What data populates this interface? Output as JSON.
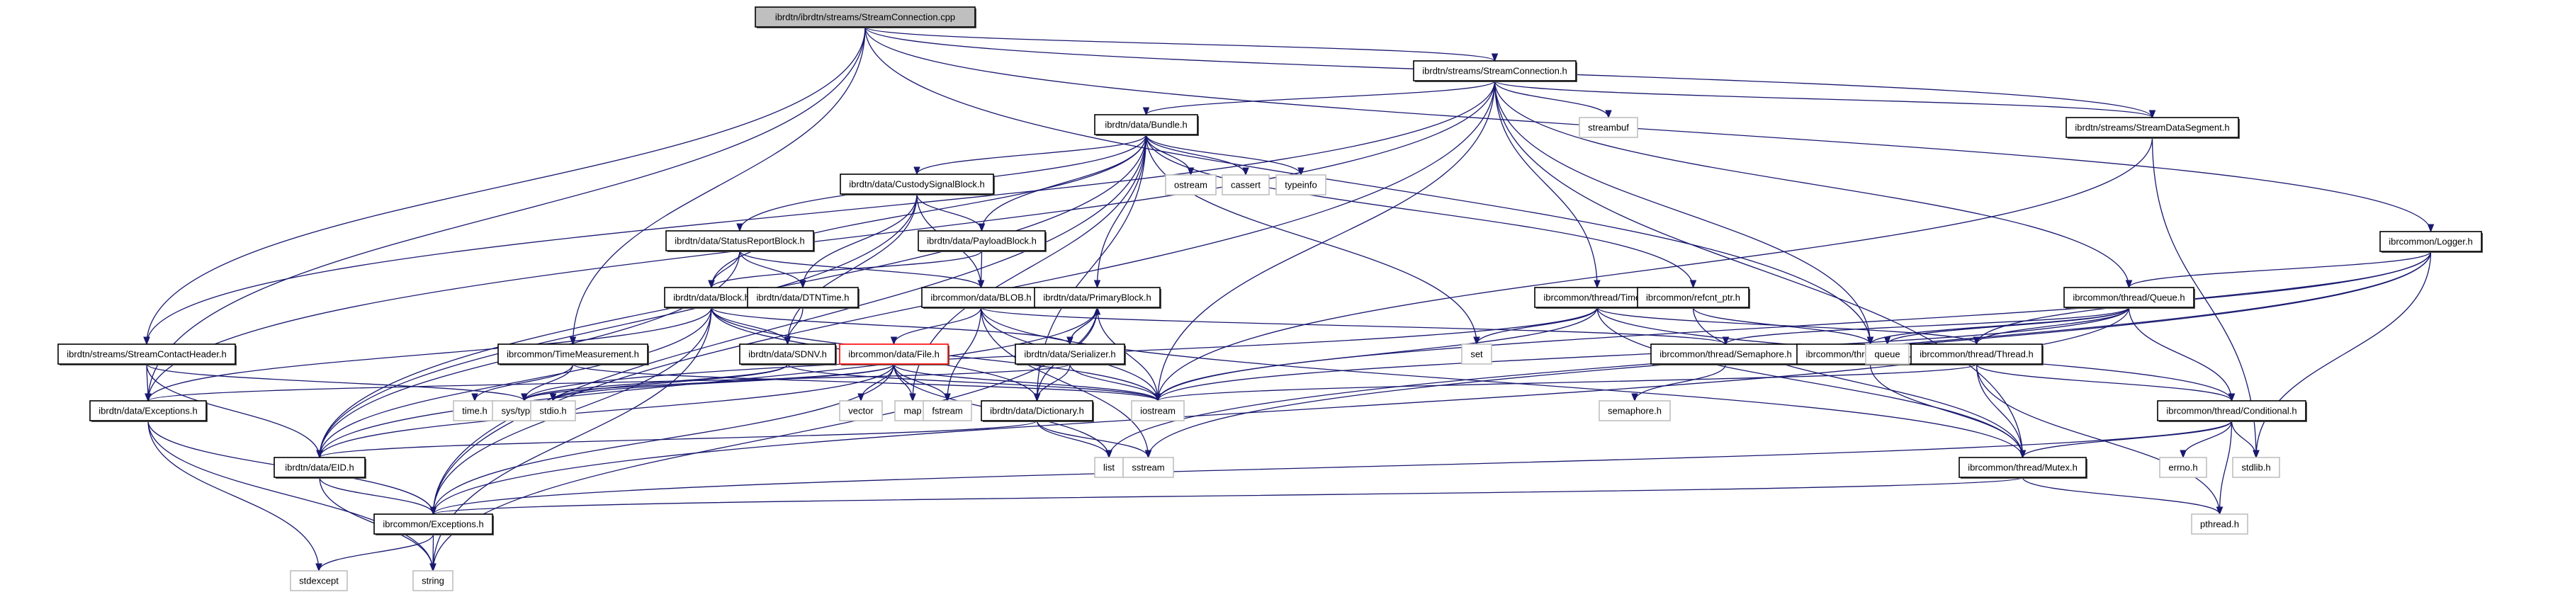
{
  "title": "ibrdtn/ibrdtn/streams/StreamConnection.cpp",
  "colors": {
    "edge": "#191970",
    "root_fill": "#bfbfbf",
    "local_border": "#000000",
    "system_border": "#bfbfbf",
    "highlight_border": "#ff0000"
  },
  "nodes": [
    {
      "id": "cpp",
      "label": "ibrdtn/ibrdtn/streams/StreamConnection.cpp",
      "kind": "root"
    },
    {
      "id": "sc",
      "label": "ibrdtn/streams/StreamConnection.h",
      "kind": "local"
    },
    {
      "id": "bundle",
      "label": "ibrdtn/data/Bundle.h",
      "kind": "local"
    },
    {
      "id": "streambuf",
      "label": "streambuf",
      "kind": "system"
    },
    {
      "id": "sds",
      "label": "ibrdtn/streams/StreamDataSegment.h",
      "kind": "local"
    },
    {
      "id": "logger",
      "label": "ibrcommon/Logger.h",
      "kind": "local"
    },
    {
      "id": "ostream",
      "label": "ostream",
      "kind": "system"
    },
    {
      "id": "cassert",
      "label": "cassert",
      "kind": "system"
    },
    {
      "id": "typeinfo",
      "label": "typeinfo",
      "kind": "system"
    },
    {
      "id": "csb",
      "label": "ibrdtn/data/CustodySignalBlock.h",
      "kind": "local"
    },
    {
      "id": "payload",
      "label": "ibrdtn/data/PayloadBlock.h",
      "kind": "local"
    },
    {
      "id": "srb",
      "label": "ibrdtn/data/StatusReportBlock.h",
      "kind": "local"
    },
    {
      "id": "block",
      "label": "ibrdtn/data/Block.h",
      "kind": "local"
    },
    {
      "id": "dtntime",
      "label": "ibrdtn/data/DTNTime.h",
      "kind": "local"
    },
    {
      "id": "blob",
      "label": "ibrcommon/data/BLOB.h",
      "kind": "local"
    },
    {
      "id": "primary",
      "label": "ibrdtn/data/PrimaryBlock.h",
      "kind": "local"
    },
    {
      "id": "timer",
      "label": "ibrcommon/thread/Timer.h",
      "kind": "local"
    },
    {
      "id": "refcnt",
      "label": "ibrcommon/refcnt_ptr.h",
      "kind": "local"
    },
    {
      "id": "queue_h",
      "label": "ibrcommon/thread/Queue.h",
      "kind": "local"
    },
    {
      "id": "sch",
      "label": "ibrdtn/streams/StreamContactHeader.h",
      "kind": "local"
    },
    {
      "id": "timemeas",
      "label": "ibrcommon/TimeMeasurement.h",
      "kind": "local"
    },
    {
      "id": "sdnv",
      "label": "ibrdtn/data/SDNV.h",
      "kind": "local"
    },
    {
      "id": "file",
      "label": "ibrcommon/data/File.h",
      "kind": "highlight"
    },
    {
      "id": "serializer",
      "label": "ibrdtn/data/Serializer.h",
      "kind": "local"
    },
    {
      "id": "set",
      "label": "set",
      "kind": "system"
    },
    {
      "id": "semaphore_h",
      "label": "ibrcommon/thread/Semaphore.h",
      "kind": "local"
    },
    {
      "id": "mutexlock",
      "label": "ibrcommon/thread/MutexLock.h",
      "kind": "local"
    },
    {
      "id": "queue",
      "label": "queue",
      "kind": "system"
    },
    {
      "id": "thread",
      "label": "ibrcommon/thread/Thread.h",
      "kind": "local"
    },
    {
      "id": "dexc",
      "label": "ibrdtn/data/Exceptions.h",
      "kind": "local"
    },
    {
      "id": "time_h",
      "label": "time.h",
      "kind": "system"
    },
    {
      "id": "systypes",
      "label": "sys/types.h",
      "kind": "system"
    },
    {
      "id": "stdio",
      "label": "stdio.h",
      "kind": "system"
    },
    {
      "id": "vector",
      "label": "vector",
      "kind": "system"
    },
    {
      "id": "map",
      "label": "map",
      "kind": "system"
    },
    {
      "id": "fstream",
      "label": "fstream",
      "kind": "system"
    },
    {
      "id": "dict",
      "label": "ibrdtn/data/Dictionary.h",
      "kind": "local"
    },
    {
      "id": "iostream",
      "label": "iostream",
      "kind": "system"
    },
    {
      "id": "semaphore",
      "label": "semaphore.h",
      "kind": "system"
    },
    {
      "id": "cond",
      "label": "ibrcommon/thread/Conditional.h",
      "kind": "local"
    },
    {
      "id": "eid",
      "label": "ibrdtn/data/EID.h",
      "kind": "local"
    },
    {
      "id": "list",
      "label": "list",
      "kind": "system"
    },
    {
      "id": "sstream",
      "label": "sstream",
      "kind": "system"
    },
    {
      "id": "mutex",
      "label": "ibrcommon/thread/Mutex.h",
      "kind": "local"
    },
    {
      "id": "errno",
      "label": "errno.h",
      "kind": "system"
    },
    {
      "id": "stdlib",
      "label": "stdlib.h",
      "kind": "system"
    },
    {
      "id": "cexc",
      "label": "ibrcommon/Exceptions.h",
      "kind": "local"
    },
    {
      "id": "pthread",
      "label": "pthread.h",
      "kind": "system"
    },
    {
      "id": "stdexcept",
      "label": "stdexcept",
      "kind": "system"
    },
    {
      "id": "string",
      "label": "string",
      "kind": "system"
    }
  ],
  "edges": [
    [
      "cpp",
      "sc"
    ],
    [
      "cpp",
      "dexc"
    ],
    [
      "cpp",
      "sch"
    ],
    [
      "cpp",
      "timemeas"
    ],
    [
      "cpp",
      "sds"
    ],
    [
      "cpp",
      "mutexlock"
    ],
    [
      "cpp",
      "logger"
    ],
    [
      "sc",
      "bundle"
    ],
    [
      "sc",
      "streambuf"
    ],
    [
      "sc",
      "sds"
    ],
    [
      "sc",
      "sch"
    ],
    [
      "sc",
      "dexc"
    ],
    [
      "sc",
      "cexc"
    ],
    [
      "sc",
      "timer"
    ],
    [
      "sc",
      "queue_h"
    ],
    [
      "sc",
      "iostream"
    ],
    [
      "sc",
      "mutexlock"
    ],
    [
      "sc",
      "mutex"
    ],
    [
      "bundle",
      "ostream"
    ],
    [
      "bundle",
      "cassert"
    ],
    [
      "bundle",
      "typeinfo"
    ],
    [
      "bundle",
      "csb"
    ],
    [
      "bundle",
      "payload"
    ],
    [
      "bundle",
      "srb"
    ],
    [
      "bundle",
      "block"
    ],
    [
      "bundle",
      "primary"
    ],
    [
      "bundle",
      "refcnt"
    ],
    [
      "bundle",
      "eid"
    ],
    [
      "bundle",
      "cexc"
    ],
    [
      "bundle",
      "set"
    ],
    [
      "bundle",
      "map"
    ],
    [
      "bundle",
      "dict"
    ],
    [
      "csb",
      "payload"
    ],
    [
      "csb",
      "blob"
    ],
    [
      "csb",
      "dtntime"
    ],
    [
      "csb",
      "sdnv"
    ],
    [
      "csb",
      "eid"
    ],
    [
      "payload",
      "blob"
    ],
    [
      "payload",
      "block"
    ],
    [
      "srb",
      "block"
    ],
    [
      "srb",
      "dtntime"
    ],
    [
      "srb",
      "blob"
    ],
    [
      "srb",
      "eid"
    ],
    [
      "block",
      "sdnv"
    ],
    [
      "block",
      "serializer"
    ],
    [
      "block",
      "eid"
    ],
    [
      "block",
      "dexc"
    ],
    [
      "block",
      "cexc"
    ],
    [
      "block",
      "string"
    ],
    [
      "block",
      "iostream"
    ],
    [
      "block",
      "dict"
    ],
    [
      "dtntime",
      "sdnv"
    ],
    [
      "blob",
      "file"
    ],
    [
      "blob",
      "fstream"
    ],
    [
      "blob",
      "iostream"
    ],
    [
      "blob",
      "semaphore_h"
    ],
    [
      "blob",
      "sstream"
    ],
    [
      "blob",
      "mutex"
    ],
    [
      "primary",
      "serializer"
    ],
    [
      "primary",
      "eid"
    ],
    [
      "primary",
      "dict"
    ],
    [
      "primary",
      "iostream"
    ],
    [
      "primary",
      "string"
    ],
    [
      "serializer",
      "primary"
    ],
    [
      "serializer",
      "dict"
    ],
    [
      "serializer",
      "iostream"
    ],
    [
      "serializer",
      "dexc"
    ],
    [
      "file",
      "vector"
    ],
    [
      "file",
      "map"
    ],
    [
      "file",
      "fstream"
    ],
    [
      "file",
      "systypes"
    ],
    [
      "file",
      "stdio"
    ],
    [
      "file",
      "list"
    ],
    [
      "file",
      "cexc"
    ],
    [
      "file",
      "iostream"
    ],
    [
      "file",
      "eid"
    ],
    [
      "sch",
      "dexc"
    ],
    [
      "sch",
      "eid"
    ],
    [
      "sch",
      "systypes"
    ],
    [
      "timemeas",
      "time_h"
    ],
    [
      "timemeas",
      "systypes"
    ],
    [
      "timemeas",
      "iostream"
    ],
    [
      "sdnv",
      "systypes"
    ],
    [
      "sdnv",
      "stdio"
    ],
    [
      "sdnv",
      "iostream"
    ],
    [
      "dexc",
      "cexc"
    ],
    [
      "dexc",
      "stdexcept"
    ],
    [
      "dexc",
      "string"
    ],
    [
      "dict",
      "list"
    ],
    [
      "dict",
      "sstream"
    ],
    [
      "dict",
      "eid"
    ],
    [
      "eid",
      "cexc"
    ],
    [
      "eid",
      "string"
    ],
    [
      "cexc",
      "stdexcept"
    ],
    [
      "cexc",
      "string"
    ],
    [
      "timer",
      "set"
    ],
    [
      "timer",
      "iostream"
    ],
    [
      "timer",
      "thread"
    ],
    [
      "timer",
      "cond"
    ],
    [
      "timer",
      "mutex"
    ],
    [
      "timer",
      "systypes"
    ],
    [
      "refcnt",
      "mutexlock"
    ],
    [
      "refcnt",
      "mutex"
    ],
    [
      "queue_h",
      "semaphore_h"
    ],
    [
      "queue_h",
      "mutexlock"
    ],
    [
      "queue_h",
      "queue"
    ],
    [
      "queue_h",
      "thread"
    ],
    [
      "queue_h",
      "cond"
    ],
    [
      "queue_h",
      "iostream"
    ],
    [
      "queue_h",
      "cexc"
    ],
    [
      "semaphore_h",
      "semaphore"
    ],
    [
      "mutexlock",
      "mutex"
    ],
    [
      "thread",
      "cond"
    ],
    [
      "thread",
      "mutex"
    ],
    [
      "thread",
      "iostream"
    ],
    [
      "thread",
      "pthread"
    ],
    [
      "cond",
      "mutex"
    ],
    [
      "cond",
      "errno"
    ],
    [
      "cond",
      "stdlib"
    ],
    [
      "cond",
      "pthread"
    ],
    [
      "cond",
      "cexc"
    ],
    [
      "mutex",
      "cexc"
    ],
    [
      "mutex",
      "pthread"
    ],
    [
      "logger",
      "queue_h"
    ],
    [
      "logger",
      "thread"
    ],
    [
      "logger",
      "iostream"
    ],
    [
      "logger",
      "stdlib"
    ],
    [
      "logger",
      "list"
    ],
    [
      "logger",
      "sstream"
    ],
    [
      "sds",
      "iostream"
    ],
    [
      "sds",
      "stdlib"
    ]
  ]
}
